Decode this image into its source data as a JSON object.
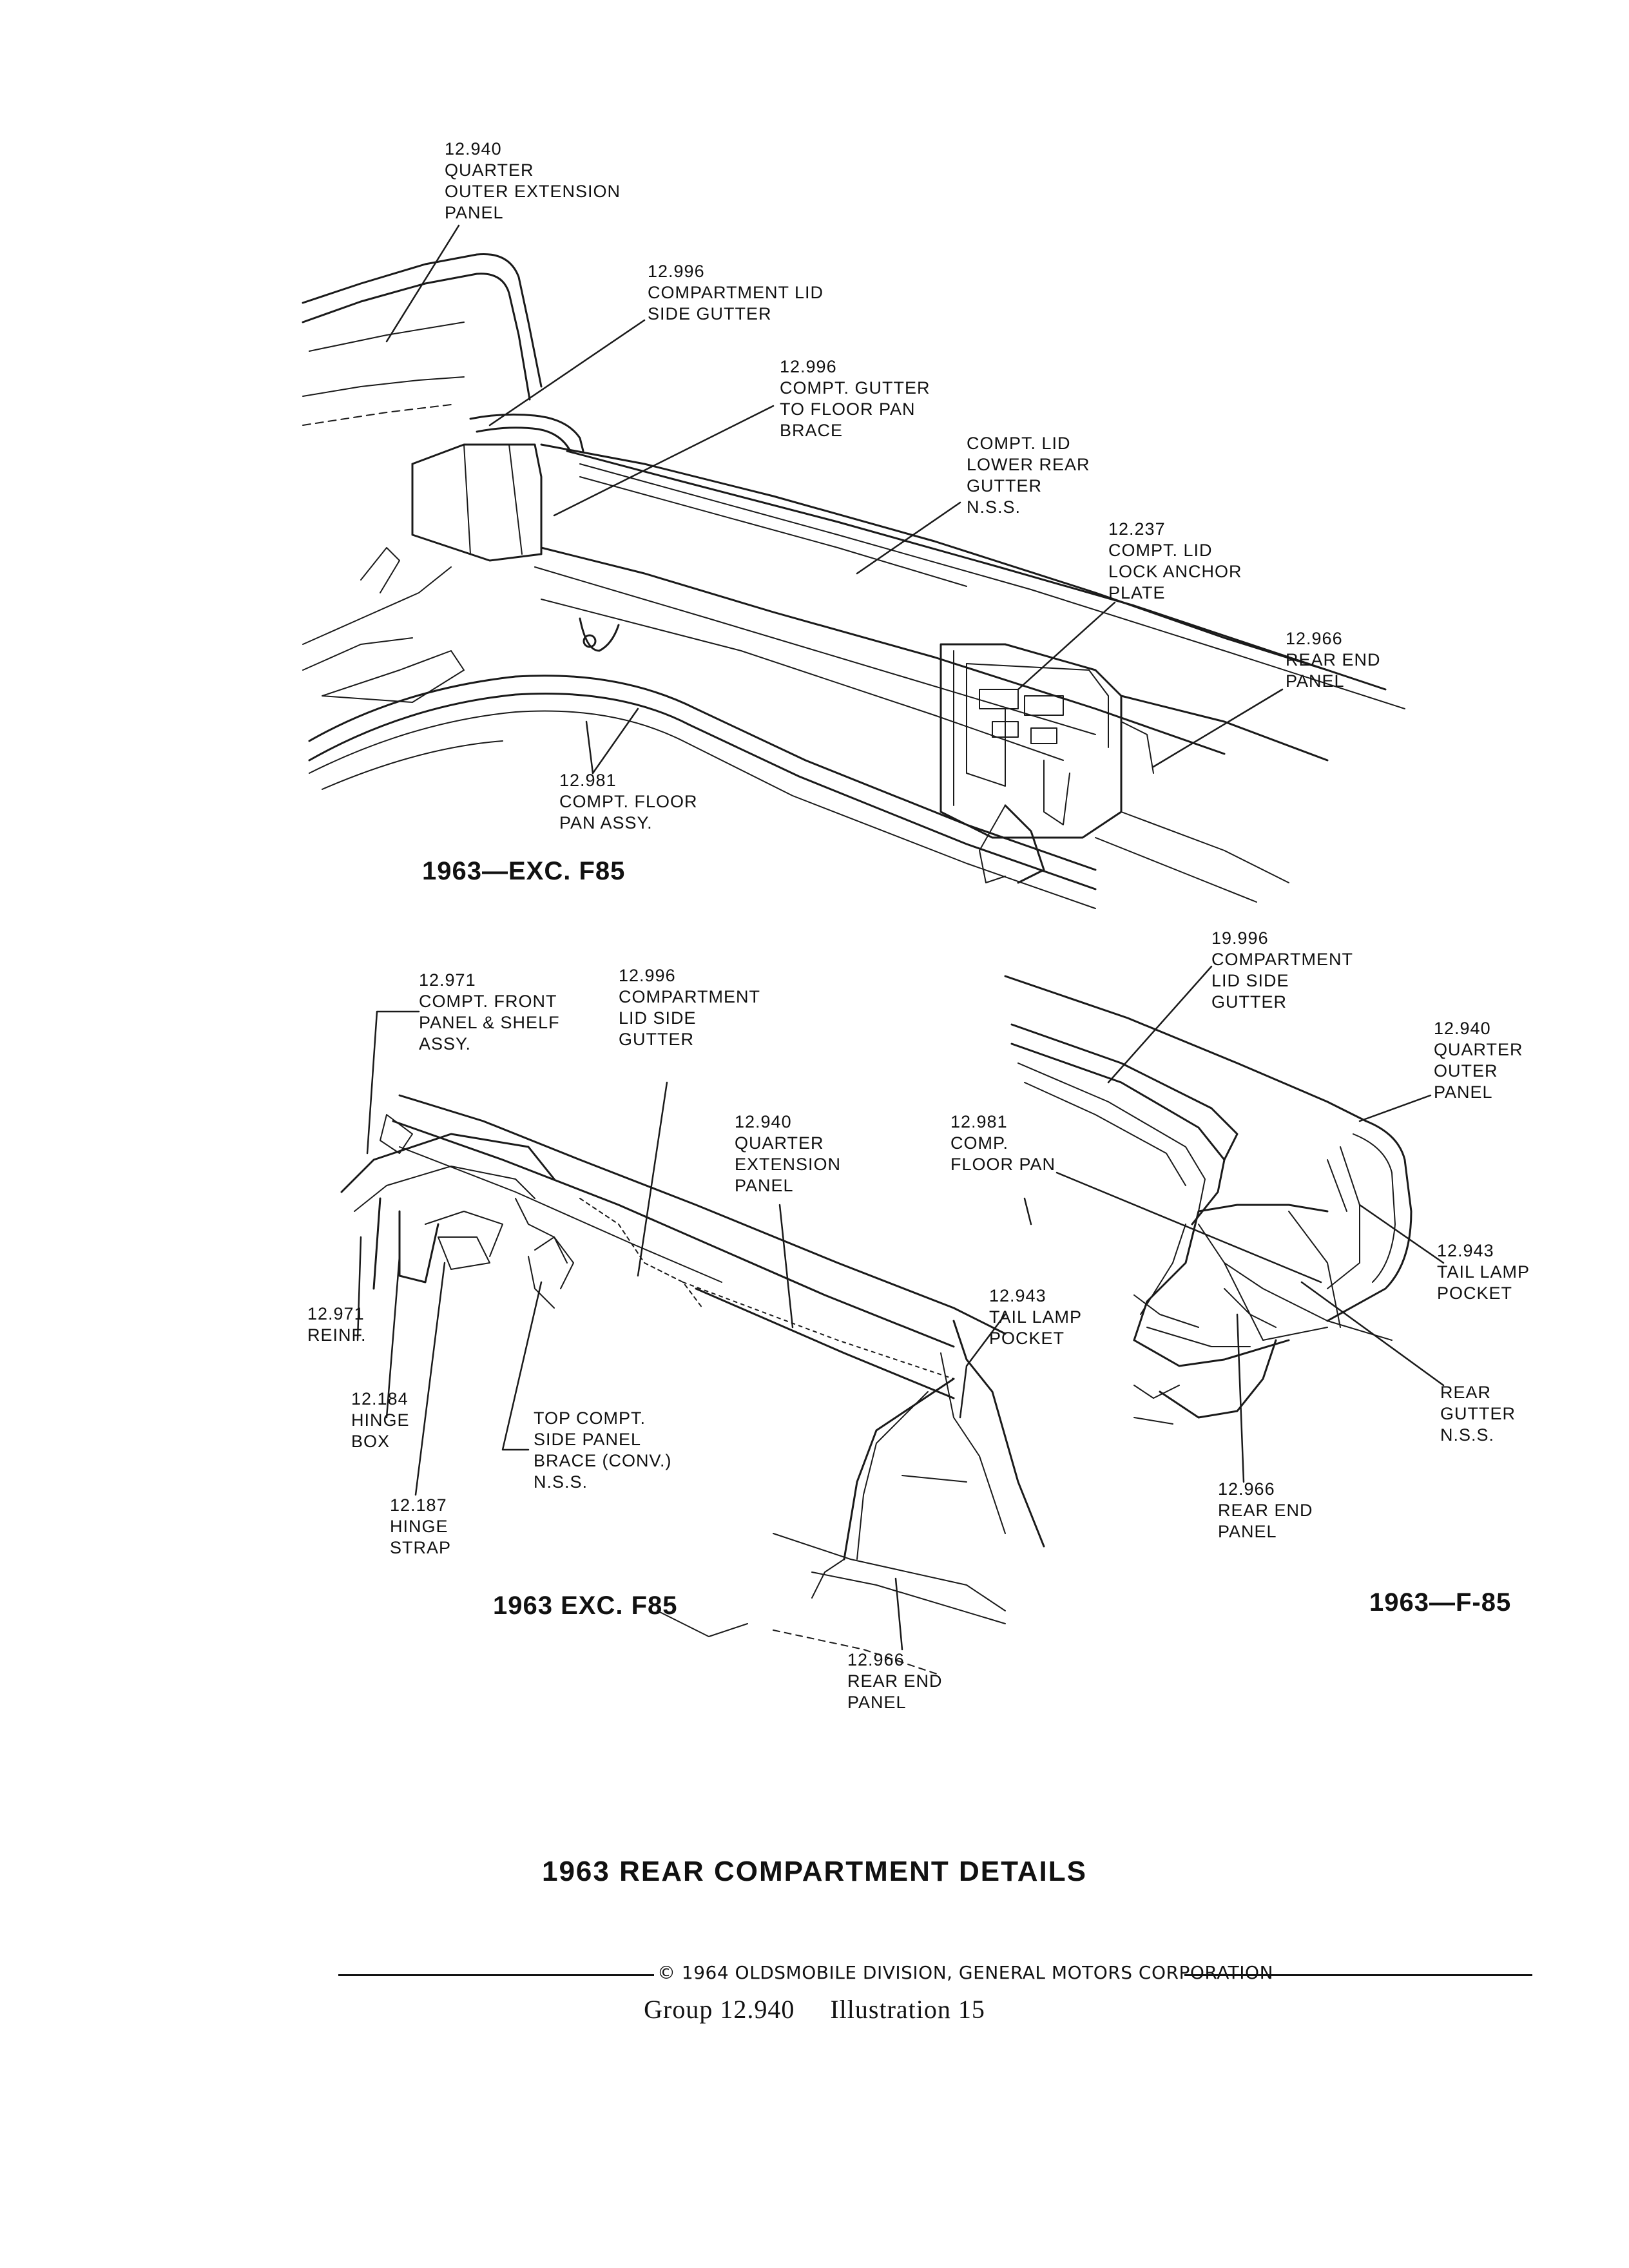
{
  "diagram_top": {
    "caption": "1963—EXC. F85",
    "labels": {
      "quarter_outer_ext": [
        "12.940",
        "QUARTER",
        "OUTER EXTENSION",
        "PANEL"
      ],
      "lid_side_gutter": [
        "12.996",
        "COMPARTMENT LID",
        "SIDE GUTTER"
      ],
      "gutter_floor_brace": [
        "12.996",
        "COMPT. GUTTER",
        "TO FLOOR PAN",
        "BRACE"
      ],
      "lower_rear_gutter": [
        "COMPT. LID",
        "LOWER REAR",
        "GUTTER",
        "N.S.S."
      ],
      "lock_anchor": [
        "12.237",
        "COMPT. LID",
        "LOCK ANCHOR",
        "PLATE"
      ],
      "rear_end_panel": [
        "12.966",
        "REAR END",
        "PANEL"
      ],
      "floor_pan_assy": [
        "12.981",
        "COMPT. FLOOR",
        "PAN ASSY."
      ]
    }
  },
  "diagram_left": {
    "caption": "1963 EXC. F85",
    "labels": {
      "front_panel_shelf": [
        "12.971",
        "COMPT. FRONT",
        "PANEL & SHELF",
        "ASSY."
      ],
      "lid_side_gutter": [
        "12.996",
        "COMPARTMENT",
        "LID SIDE",
        "GUTTER"
      ],
      "quarter_extension": [
        "12.940",
        "QUARTER",
        "EXTENSION",
        "PANEL"
      ],
      "reinf": [
        "12.971",
        "REINF."
      ],
      "hinge_box": [
        "12.184",
        "HINGE",
        "BOX"
      ],
      "top_side_brace": [
        "TOP COMPT.",
        "SIDE PANEL",
        "BRACE (CONV.)",
        "N.S.S."
      ],
      "hinge_strap": [
        "12.187",
        "HINGE",
        "STRAP"
      ],
      "tail_lamp_pocket": [
        "12.943",
        "TAIL LAMP",
        "POCKET"
      ],
      "rear_end_panel": [
        "12.966",
        "REAR END",
        "PANEL"
      ]
    }
  },
  "diagram_right": {
    "caption": "1963—F-85",
    "labels": {
      "lid_side_gutter": [
        "19.996",
        "COMPARTMENT",
        "LID SIDE",
        "GUTTER"
      ],
      "quarter_outer": [
        "12.940",
        "QUARTER",
        "OUTER",
        "PANEL"
      ],
      "floor_pan": [
        "12.981",
        "COMP.",
        "FLOOR PAN"
      ],
      "tail_lamp_pocket": [
        "12.943",
        "TAIL LAMP",
        "POCKET"
      ],
      "rear_gutter": [
        "REAR",
        "GUTTER",
        "N.S.S."
      ],
      "rear_end_panel": [
        "12.966",
        "REAR END",
        "PANEL"
      ]
    }
  },
  "page_title": "1963 REAR COMPARTMENT DETAILS",
  "copyright": "© 1964 OLDSMOBILE DIVISION, GENERAL MOTORS CORPORATION",
  "group_label": "Group 12.940",
  "illustration_label": "Illustration 15"
}
